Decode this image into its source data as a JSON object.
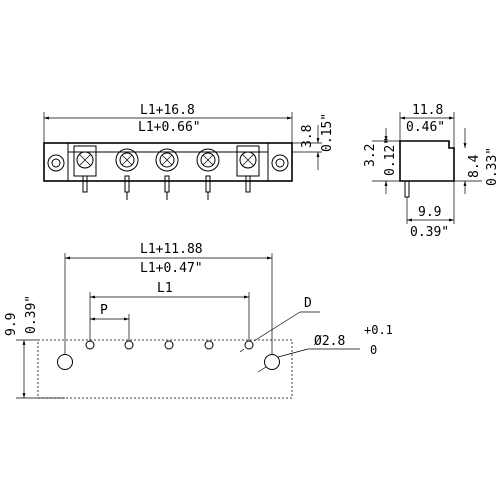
{
  "front_view": {
    "overall_mm": "L1+16.8",
    "overall_in": "L1+0.66\"",
    "height_mm": "3.8",
    "height_in": "0.15\""
  },
  "side_view": {
    "width_mm": "11.8",
    "width_in": "0.46\"",
    "left_height_mm": "3.2",
    "left_height_in": "0.12\"",
    "right_height_mm": "8.4",
    "right_height_in": "0.33\"",
    "bottom_width_mm": "9.9",
    "bottom_width_in": "0.39\""
  },
  "footprint": {
    "overall_mm": "L1+11.88",
    "overall_in": "L1+0.47\"",
    "pitch_span": "L1",
    "pitch_label": "P",
    "hole_label": "D",
    "fix_hole": "Ø2.8",
    "fix_hole_tol_upper": "+0.1",
    "fix_hole_tol_lower": "0",
    "depth_mm": "9.9",
    "depth_in": "0.39\""
  }
}
